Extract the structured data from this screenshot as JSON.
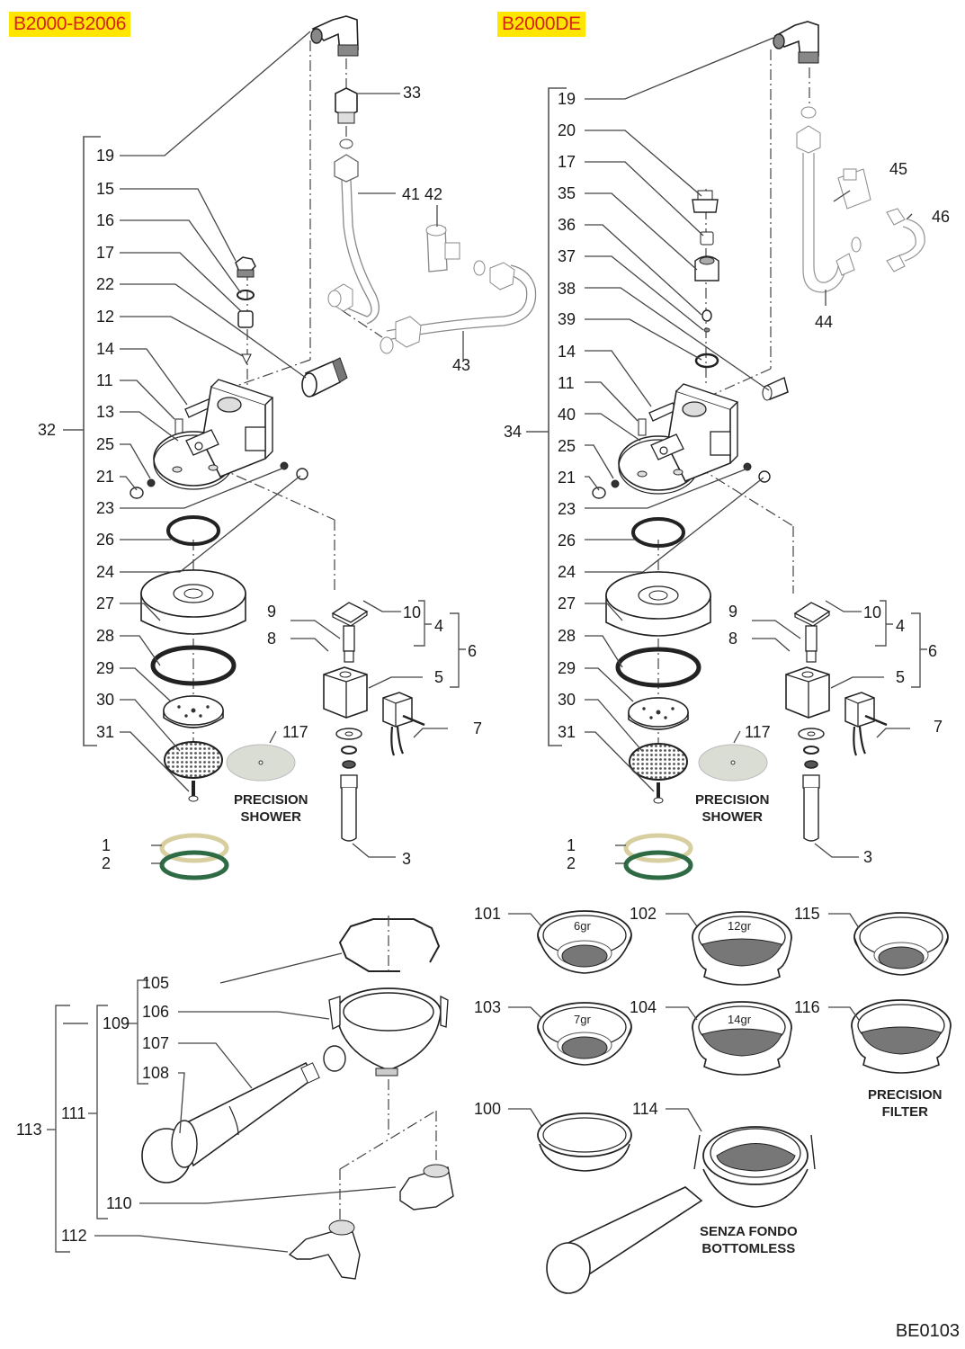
{
  "document": {
    "type": "exploded parts diagram",
    "drawing_code": "BE0103"
  },
  "left_assembly": {
    "model_tag": "B2000-B2006",
    "group_label": "32",
    "group_items": [
      "19",
      "15",
      "16",
      "17",
      "22",
      "12",
      "14",
      "11",
      "13",
      "25",
      "21",
      "23",
      "26",
      "24",
      "27",
      "28",
      "29",
      "30",
      "31"
    ],
    "labels": {
      "p19": "19",
      "p15": "15",
      "p16": "16",
      "p17": "17",
      "p22": "22",
      "p12": "12",
      "p14": "14",
      "p11": "11",
      "p13": "13",
      "p25": "25",
      "p21": "21",
      "p23": "23",
      "p26": "26",
      "p24": "24",
      "p27": "27",
      "p28": "28",
      "p29": "29",
      "p30": "30",
      "p31": "31",
      "p33": "33",
      "p41_42": "41 42",
      "p43": "43",
      "p9": "9",
      "p8": "8",
      "p10": "10",
      "p4": "4",
      "p6": "6",
      "p5": "5",
      "p7": "7",
      "p117": "117",
      "p1": "1",
      "p2": "2",
      "p3": "3",
      "p32": "32"
    },
    "shower_caption": [
      "PRECISION",
      "SHOWER"
    ]
  },
  "right_assembly": {
    "model_tag": "B2000DE",
    "group_label": "34",
    "group_items": [
      "19",
      "20",
      "17",
      "35",
      "36",
      "37",
      "38",
      "39",
      "14",
      "11",
      "40",
      "25",
      "21",
      "23",
      "26",
      "24",
      "27",
      "28",
      "29",
      "30",
      "31"
    ],
    "labels": {
      "p19": "19",
      "p20": "20",
      "p17": "17",
      "p35": "35",
      "p36": "36",
      "p37": "37",
      "p38": "38",
      "p39": "39",
      "p14": "14",
      "p11": "11",
      "p40": "40",
      "p25": "25",
      "p21": "21",
      "p23": "23",
      "p26": "26",
      "p24": "24",
      "p27": "27",
      "p28": "28",
      "p29": "29",
      "p30": "30",
      "p31": "31",
      "p44": "44",
      "p45": "45",
      "p46": "46",
      "p9": "9",
      "p8": "8",
      "p10": "10",
      "p4": "4",
      "p6": "6",
      "p5": "5",
      "p7": "7",
      "p117": "117",
      "p1": "1",
      "p2": "2",
      "p3": "3",
      "p34": "34"
    },
    "shower_caption": [
      "PRECISION",
      "SHOWER"
    ]
  },
  "portafilter": {
    "labels": {
      "p105": "105",
      "p106": "106",
      "p107": "107",
      "p108": "108",
      "p109": "109",
      "p110": "110",
      "p111": "111",
      "p112": "112",
      "p113": "113"
    }
  },
  "filter_baskets": {
    "items": [
      {
        "id": "101",
        "capacity": "6gr"
      },
      {
        "id": "102",
        "capacity": "12gr"
      },
      {
        "id": "115",
        "capacity": ""
      },
      {
        "id": "103",
        "capacity": "7gr"
      },
      {
        "id": "104",
        "capacity": "14gr"
      },
      {
        "id": "116",
        "capacity": ""
      },
      {
        "id": "100",
        "capacity": ""
      },
      {
        "id": "114",
        "capacity": ""
      }
    ],
    "precision_filter_caption": [
      "PRECISION",
      "FILTER"
    ],
    "bottomless_caption": [
      "SENZA FONDO",
      "BOTTOMLESS"
    ]
  },
  "colors": {
    "tag_background": "#ffe600",
    "tag_text": "#d4241b",
    "gasket_1": "#d8cfa0",
    "gasket_2": "#2e6b45",
    "mesh": "#6a6a6a"
  }
}
